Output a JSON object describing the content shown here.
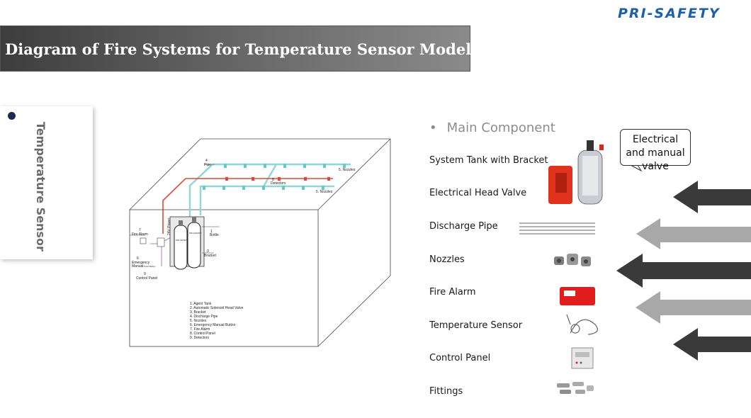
{
  "brand": "PRI-SAFETY",
  "title": "Diagram of  Fire Systems for Temperature Sensor Model.",
  "side_label": "Temperature Sensor",
  "main_component": {
    "bullet": "•",
    "heading": "Main Component"
  },
  "components": [
    "System Tank with Bracket",
    "Electrical Head Valve",
    "Discharge Pipe",
    "Nozzles",
    "Fire Alarm",
    "Temperature Sensor",
    "Control Panel",
    "Fittings"
  ],
  "callout": "Electrical and manual valve",
  "diagram": {
    "labels": {
      "pipe_num": "4",
      "pipe": "Pipe",
      "nozzles_top": "5. Nozzles",
      "detectors_num": "8",
      "detectors": "Detectors",
      "nozzles_bottom": "5. Nozzles",
      "fire_alarm_num": "7",
      "fire_alarm": "Fire Alarm",
      "power": "24V Power",
      "bottle_num": "1",
      "bottle": "Bottle",
      "bracket_num": "3",
      "bracket": "Bracket",
      "emergency_num": "6",
      "emergency": "Emergency",
      "manual": "Manual",
      "push_button": "Push Button",
      "control_num": "9",
      "control_panel": "Control Panel",
      "tank_brand": "PRI-SAFETY"
    },
    "legend": [
      "1. Agent  Tank",
      "2. Automatic Solenoid Head Valve",
      "3. Bracket",
      "4. Discharge Pipe",
      "5. Nozzles",
      "6. Emergency Manual Button",
      "7. Fire Alarm",
      "8. Control Panel",
      "9. Detectors"
    ]
  },
  "colors": {
    "brand": "#1f5fa8",
    "pipe": "#8fd8d8",
    "wire": "#d94a3c",
    "arrow_dark": "#3a3a3a",
    "arrow_light": "#a8a8a8"
  },
  "icons": [
    "system-tank-image",
    "discharge-pipe-image",
    "nozzles-image",
    "fire-alarm-image",
    "temperature-sensor-image",
    "control-panel-image",
    "fittings-image",
    "arrow-left-icon"
  ]
}
